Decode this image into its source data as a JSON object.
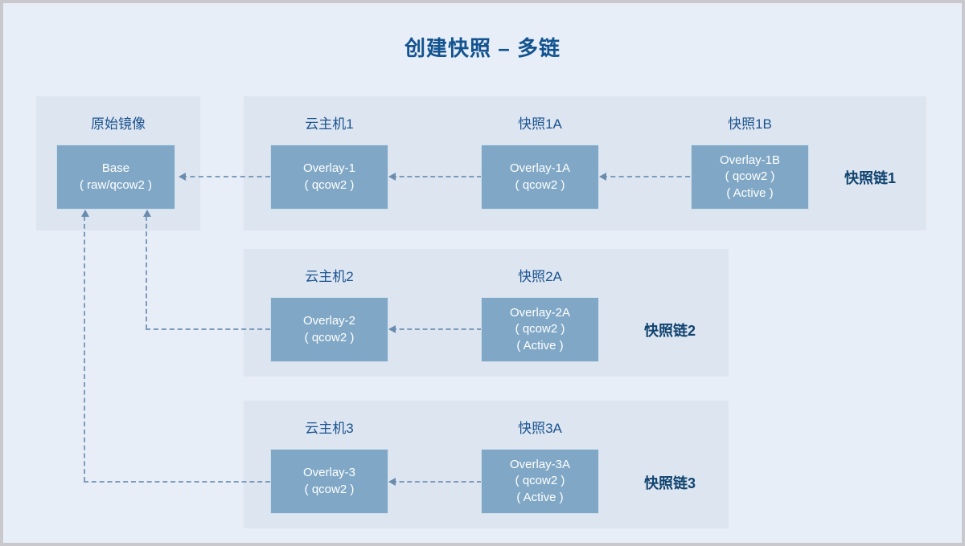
{
  "page": {
    "title": "创建快照 – 多链",
    "background_color": "#e8eef8",
    "border_color": "#c9c9cd",
    "panel_color": "#dde5f0",
    "node_color": "#80a8c6",
    "title_color": "#12538f",
    "caption_color": "#1a5390",
    "chain_label_color": "#10436f",
    "connector_color": "#7d9cbc"
  },
  "base": {
    "caption": "原始镜像",
    "node": {
      "line1": "Base",
      "line2": "( raw/qcow2 )"
    }
  },
  "chains": [
    {
      "label": "快照链1",
      "nodes": [
        {
          "caption": "云主机1",
          "line1": "Overlay-1",
          "line2": "( qcow2 )",
          "line3": ""
        },
        {
          "caption": "快照1A",
          "line1": "Overlay-1A",
          "line2": "( qcow2 )",
          "line3": ""
        },
        {
          "caption": "快照1B",
          "line1": "Overlay-1B",
          "line2": "( qcow2 )",
          "line3": "( Active )"
        }
      ]
    },
    {
      "label": "快照链2",
      "nodes": [
        {
          "caption": "云主机2",
          "line1": "Overlay-2",
          "line2": "( qcow2 )",
          "line3": ""
        },
        {
          "caption": "快照2A",
          "line1": "Overlay-2A",
          "line2": "( qcow2 )",
          "line3": "( Active )"
        }
      ]
    },
    {
      "label": "快照链3",
      "nodes": [
        {
          "caption": "云主机3",
          "line1": "Overlay-3",
          "line2": "( qcow2 )",
          "line3": ""
        },
        {
          "caption": "快照3A",
          "line1": "Overlay-3A",
          "line2": "( qcow2 )",
          "line3": "( Active )"
        }
      ]
    }
  ]
}
